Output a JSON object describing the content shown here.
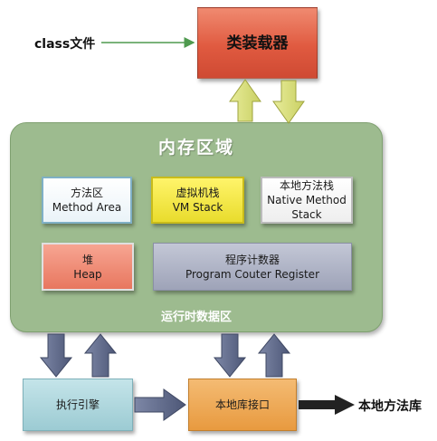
{
  "class_file_label": "class文件",
  "class_loader": {
    "label": "类装载器"
  },
  "memory_area": {
    "title": "内存区域",
    "footer": "运行时数据区",
    "method_area": {
      "line1": "方法区",
      "line2": "Method Area"
    },
    "vm_stack": {
      "line1": "虚拟机栈",
      "line2": "VM Stack"
    },
    "native_stack": {
      "line1": "本地方法栈",
      "line2": "Native Method",
      "line3": "Stack"
    },
    "heap": {
      "line1": "堆",
      "line2": "Heap"
    },
    "pc_register": {
      "line1": "程序计数器",
      "line2": "Program Couter Register"
    }
  },
  "execution_engine": {
    "label": "执行引擎"
  },
  "native_interface": {
    "label": "本地库接口"
  },
  "native_library_label": "本地方法库",
  "colors": {
    "arrow_yellow": "#d9e07a",
    "arrow_blue": "#5a6587",
    "memory_bg": "#9dbb8f",
    "class_loader_bg": "#e05a40"
  }
}
